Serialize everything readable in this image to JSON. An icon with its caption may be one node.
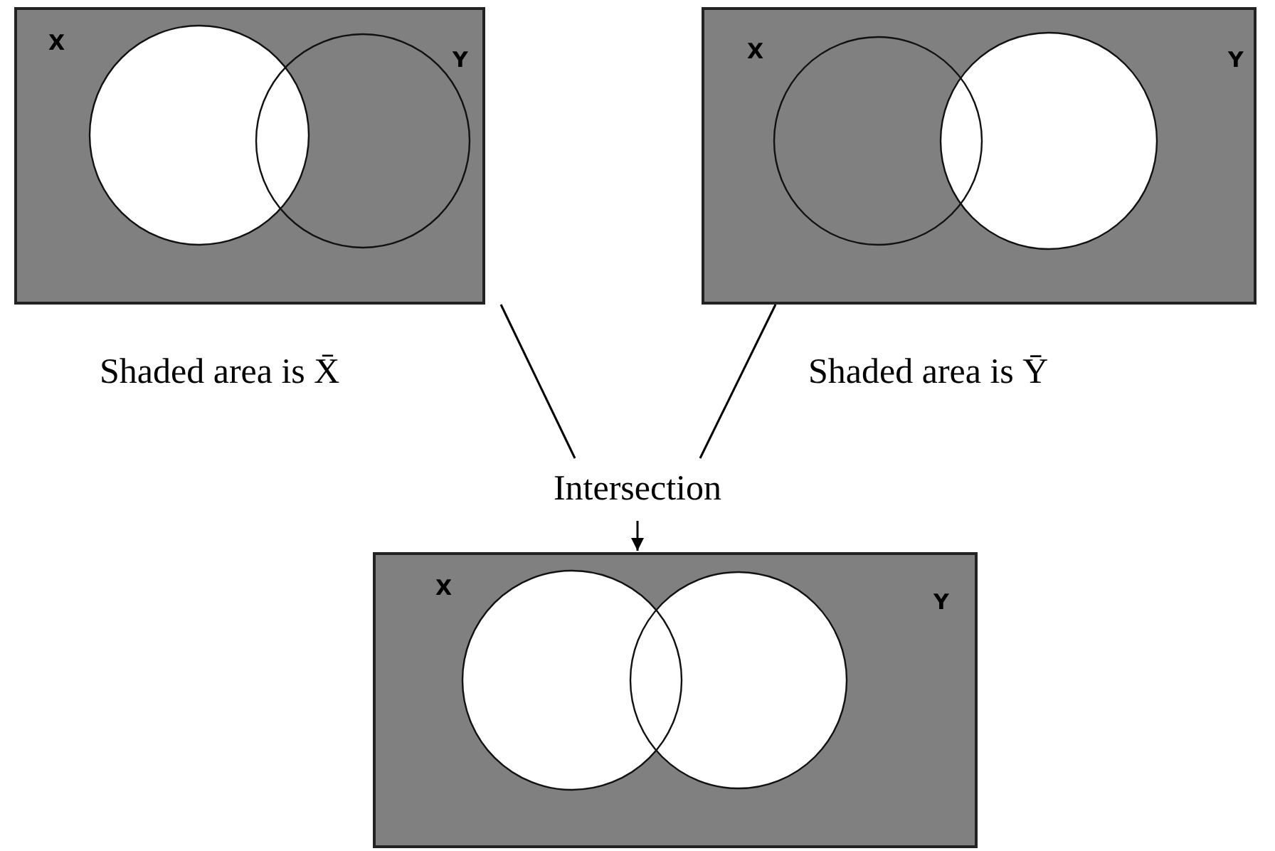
{
  "diagram": {
    "nodes": [
      {
        "text": [
          "X",
          "Y"
        ],
        "beside": [
          "Shaded area is X̄"
        ]
      },
      {
        "text": [
          "X",
          "Y"
        ],
        "beside": [
          "Shaded area is Ȳ"
        ]
      },
      {
        "text": [
          "Intersection"
        ]
      },
      {
        "text": [
          "X",
          "Y"
        ]
      }
    ],
    "edges": [
      {
        "from": 0,
        "to": 2,
        "arrow": "none"
      },
      {
        "from": 1,
        "to": 2,
        "arrow": "none"
      },
      {
        "from": 2,
        "to": 3,
        "arrow": "to"
      }
    ]
  }
}
